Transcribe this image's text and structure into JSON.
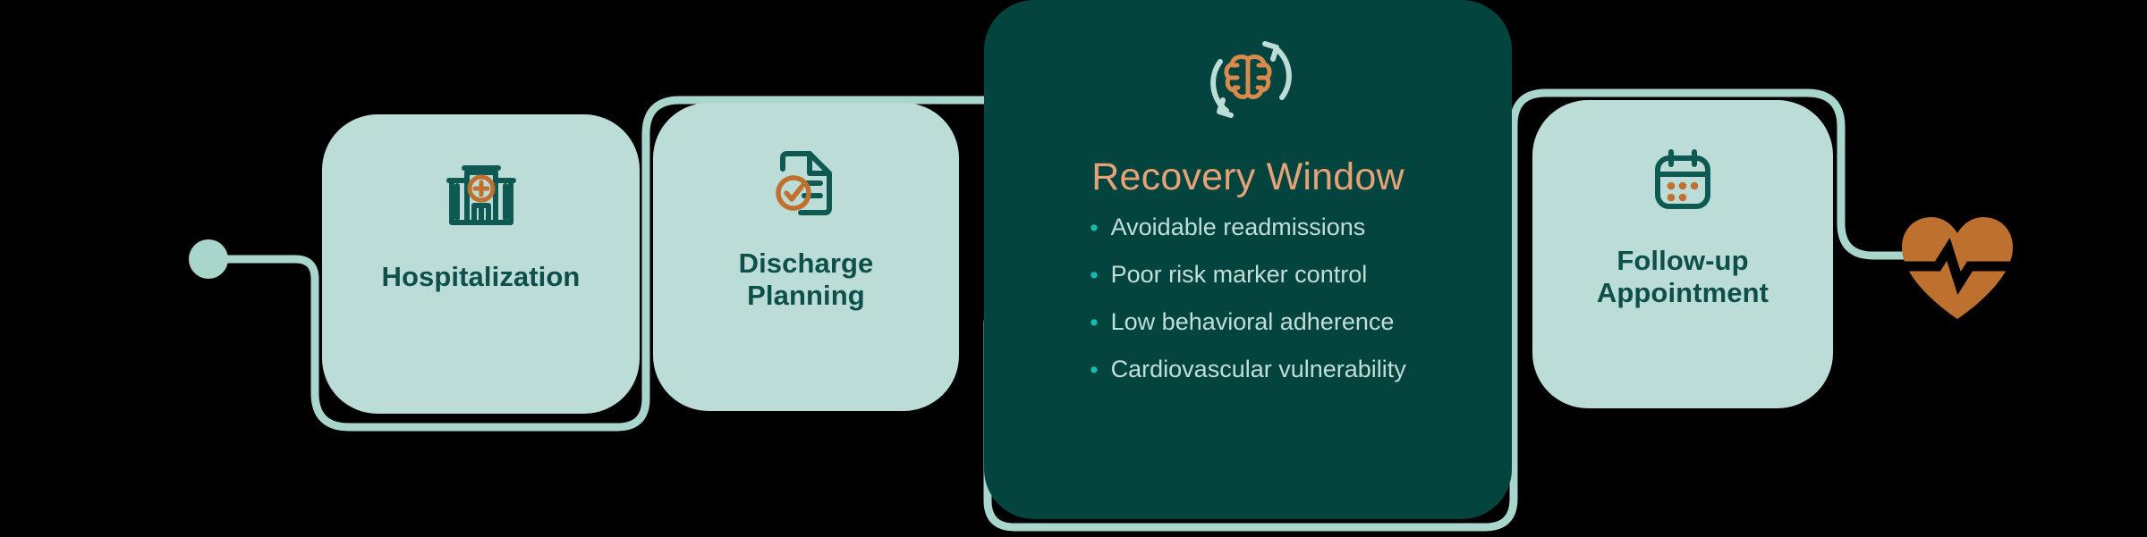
{
  "background_color": "#000000",
  "palette": {
    "card_light_bg": "#BCDDD7",
    "card_dark_bg": "#04443F",
    "label_text": "#0E4F4A",
    "accent_orange": "#C1702F",
    "title_orange": "#E5A276",
    "connector_line": "#A8D5CC",
    "bullet_dot": "#14BDAF",
    "bullet_text": "#C2DED9",
    "heart_fill": "#BE712F"
  },
  "flow": {
    "start_marker": {
      "icon": "start-dot-icon",
      "shape": "circle"
    },
    "end_marker": {
      "icon": "heartbeat-heart-icon",
      "label": ""
    },
    "steps": [
      {
        "id": "hospitalization",
        "label": "Hospitalization",
        "icon": "hospital-building-icon",
        "variant": "light"
      },
      {
        "id": "discharge-planning",
        "label": "Discharge\nPlanning",
        "icon": "document-check-icon",
        "variant": "light"
      },
      {
        "id": "follow-up-appointment",
        "label": "Follow-up\nAppointment",
        "icon": "calendar-icon",
        "variant": "light"
      }
    ]
  },
  "center": {
    "id": "recovery-window",
    "icon": "brain-refresh-cycle-icon",
    "title": "Recovery Window",
    "bullet_glyph": "•",
    "bullets": [
      "Avoidable readmissions",
      "Poor risk marker control",
      "Low behavioral adherence",
      "Cardiovascular vulnerability"
    ]
  }
}
